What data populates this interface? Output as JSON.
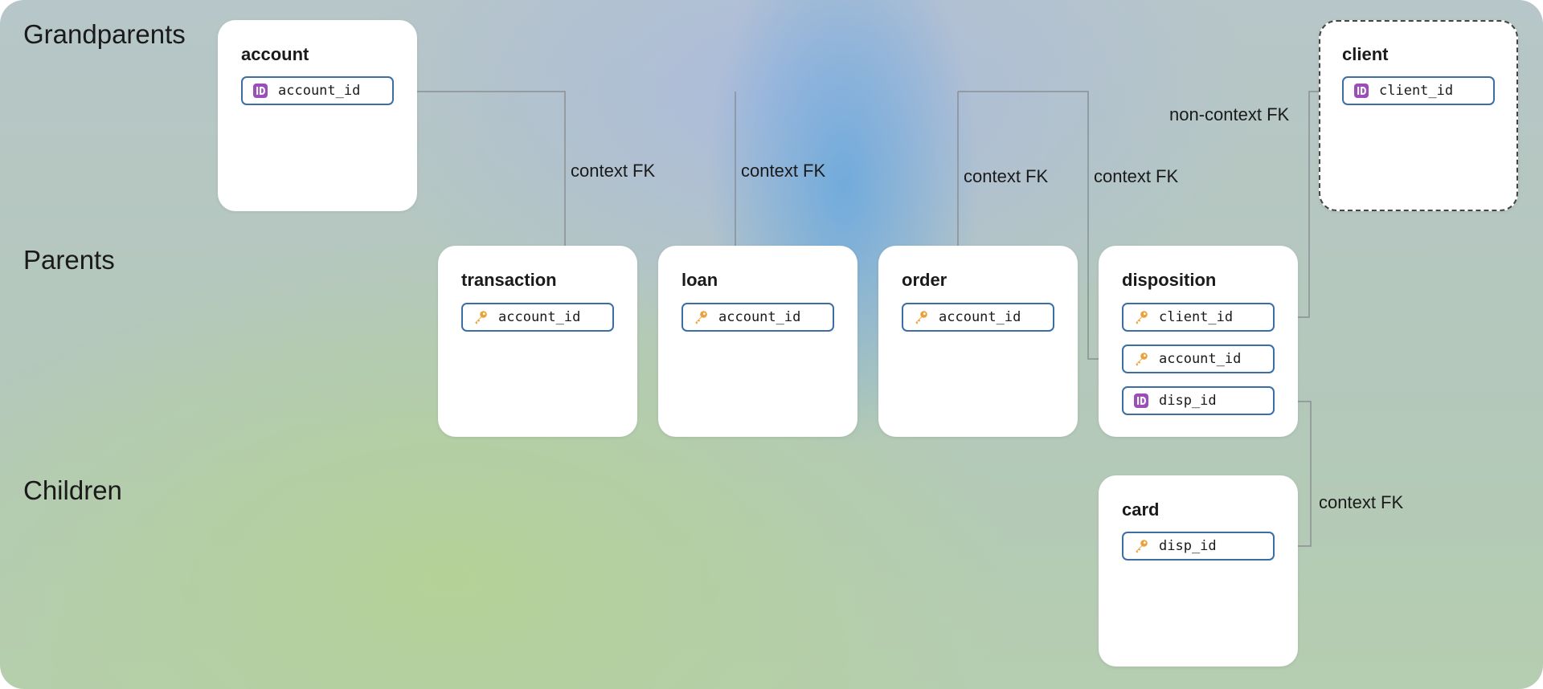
{
  "tiers": {
    "grandparents": "Grandparents",
    "parents": "Parents",
    "children": "Children"
  },
  "tables": {
    "account": {
      "title": "account",
      "fields": [
        {
          "name": "account_id",
          "icon": "id-icon"
        }
      ]
    },
    "client": {
      "title": "client",
      "fields": [
        {
          "name": "client_id",
          "icon": "id-icon"
        }
      ]
    },
    "transaction": {
      "title": "transaction",
      "fields": [
        {
          "name": "account_id",
          "icon": "key-icon"
        }
      ]
    },
    "loan": {
      "title": "loan",
      "fields": [
        {
          "name": "account_id",
          "icon": "key-icon"
        }
      ]
    },
    "order": {
      "title": "order",
      "fields": [
        {
          "name": "account_id",
          "icon": "key-icon"
        }
      ]
    },
    "disposition": {
      "title": "disposition",
      "fields": [
        {
          "name": "client_id",
          "icon": "key-icon"
        },
        {
          "name": "account_id",
          "icon": "key-icon"
        },
        {
          "name": "disp_id",
          "icon": "id-icon"
        }
      ]
    },
    "card": {
      "title": "card",
      "fields": [
        {
          "name": "disp_id",
          "icon": "key-icon"
        }
      ]
    }
  },
  "edges": [
    {
      "from": "transaction.account_id",
      "to": "account.account_id",
      "label": "context FK"
    },
    {
      "from": "loan.account_id",
      "to": "account.account_id",
      "label": "context FK"
    },
    {
      "from": "order.account_id",
      "to": "account.account_id",
      "label": "context FK"
    },
    {
      "from": "disposition.account_id",
      "to": "account.account_id",
      "label": "context FK"
    },
    {
      "from": "disposition.client_id",
      "to": "client.client_id",
      "label": "non-context FK"
    },
    {
      "from": "card.disp_id",
      "to": "disposition.disp_id",
      "label": "context FK"
    }
  ],
  "colors": {
    "field_border": "#3a6ea5",
    "connector": "#8a8f94",
    "key_icon": "#e9a23b",
    "id_icon": "#9b4dba"
  }
}
